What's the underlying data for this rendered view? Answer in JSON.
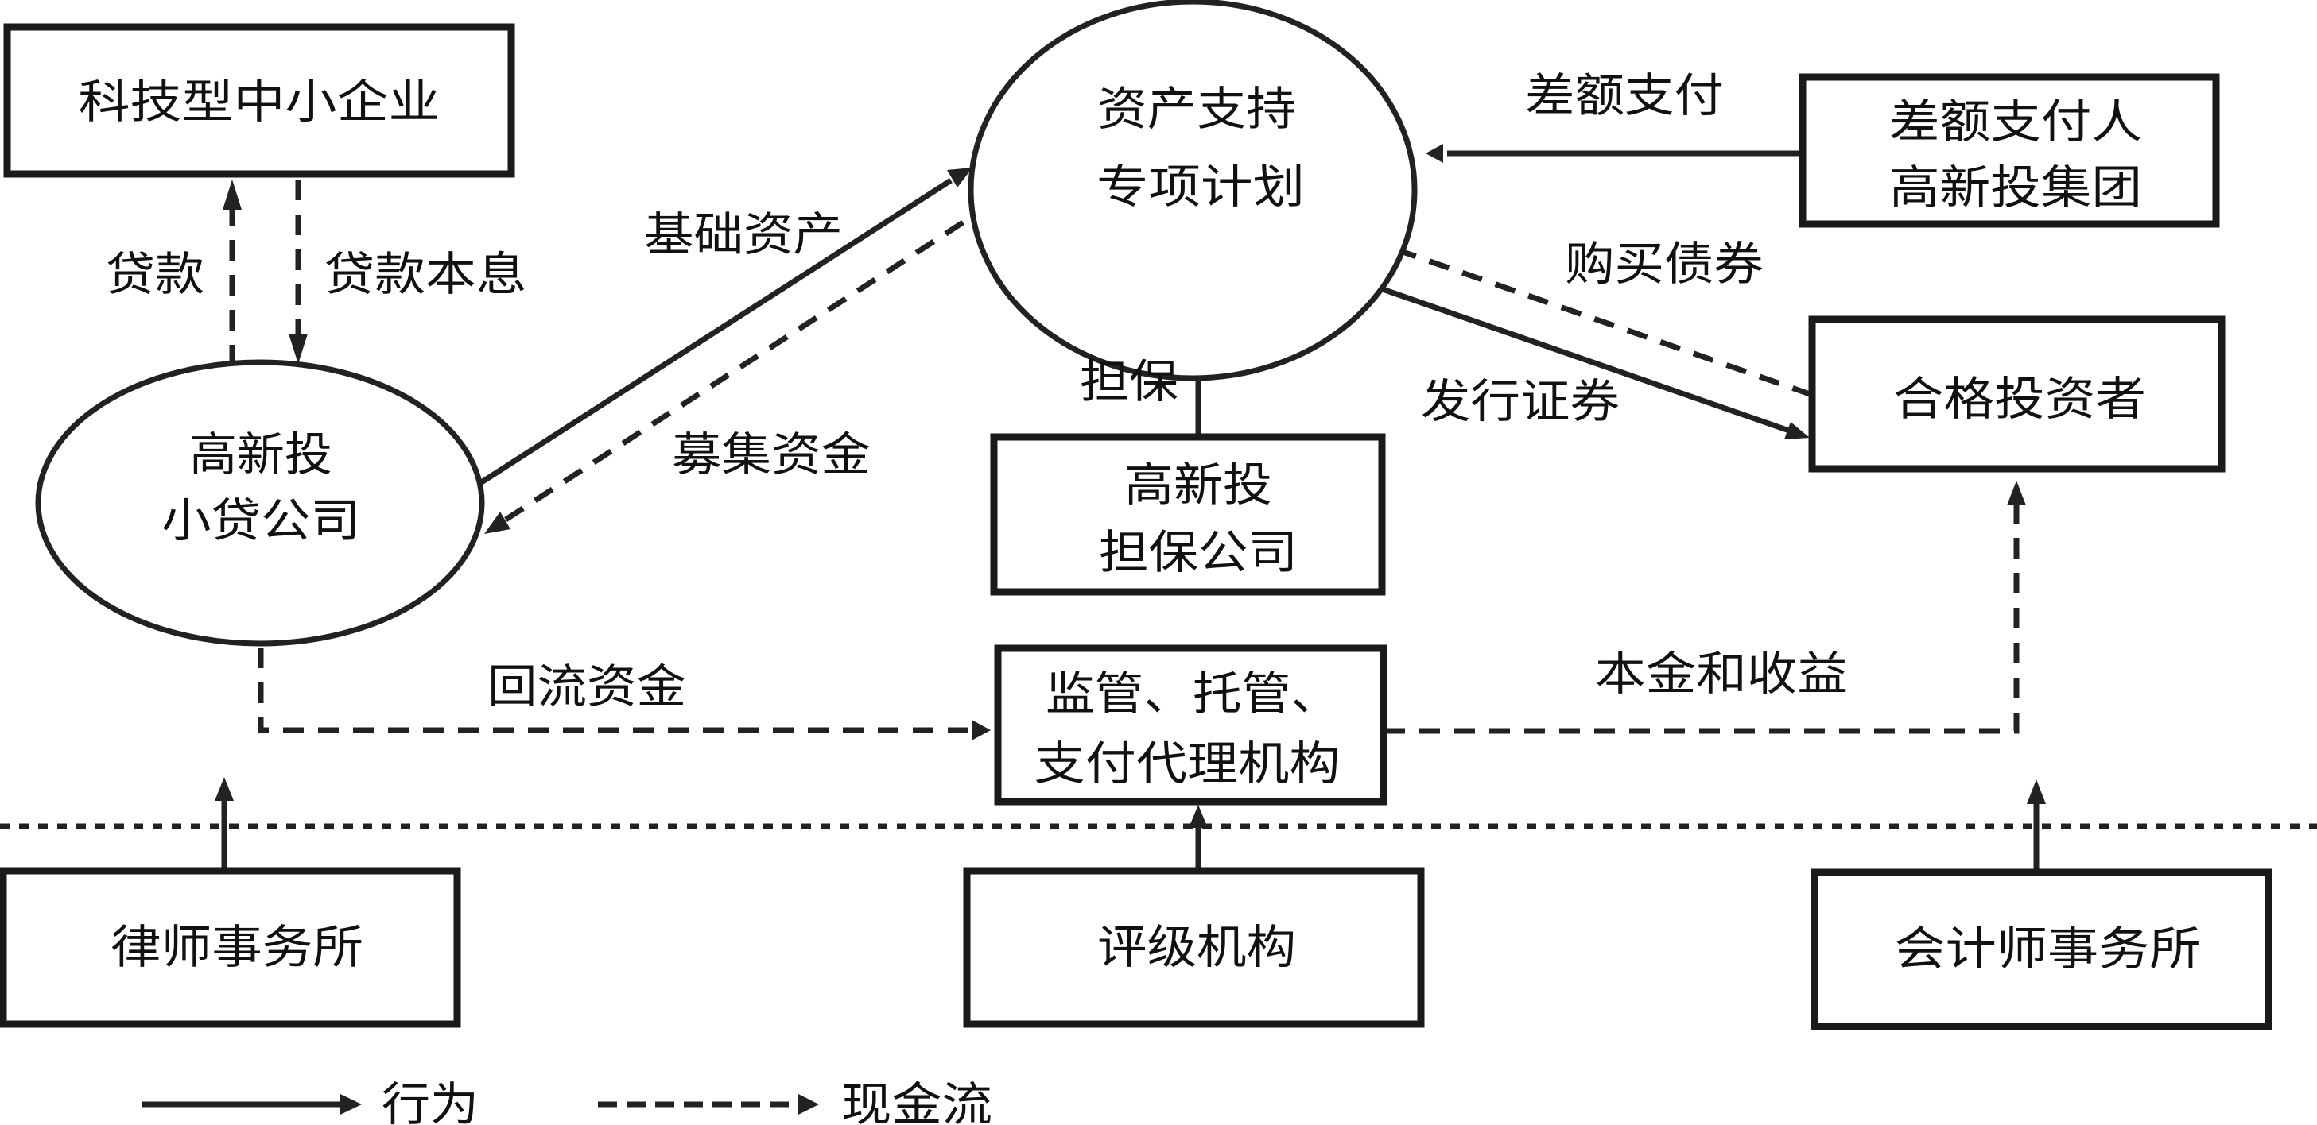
{
  "diagram": {
    "title": "",
    "nodes": {
      "sme": {
        "lines": [
          "科技型中小企业"
        ]
      },
      "microloan": {
        "lines": [
          "高新投",
          "小贷公司"
        ]
      },
      "abs_plan": {
        "lines": [
          "资产支持",
          "专项计划"
        ]
      },
      "shortfall_payer": {
        "lines": [
          "差额支付人",
          "高新投集团"
        ]
      },
      "investors": {
        "lines": [
          "合格投资者"
        ]
      },
      "guarantor": {
        "lines": [
          "高新投",
          "担保公司"
        ]
      },
      "custodian": {
        "lines": [
          "监管、托管、",
          "支付代理机构"
        ]
      },
      "law_firm": {
        "lines": [
          "律师事务所"
        ]
      },
      "rating_agency": {
        "lines": [
          "评级机构"
        ]
      },
      "accounting_firm": {
        "lines": [
          "会计师事务所"
        ]
      }
    },
    "edges": {
      "loan": {
        "label": "贷款",
        "type": "cash",
        "from": "microloan",
        "to": "sme"
      },
      "loan_repayment": {
        "label": "贷款本息",
        "type": "cash",
        "from": "sme",
        "to": "microloan"
      },
      "underlying_assets": {
        "label": "基础资产",
        "type": "action",
        "from": "microloan",
        "to": "abs_plan"
      },
      "raised_funds": {
        "label": "募集资金",
        "type": "cash",
        "from": "abs_plan",
        "to": "microloan"
      },
      "shortfall_payment": {
        "label": "差额支付",
        "type": "action",
        "from": "shortfall_payer",
        "to": "abs_plan"
      },
      "buy_bonds": {
        "label": "购买债券",
        "type": "cash",
        "from": "investors",
        "to": "abs_plan"
      },
      "issue_securities": {
        "label": "发行证券",
        "type": "action",
        "from": "abs_plan",
        "to": "investors"
      },
      "guarantee": {
        "label": "担保",
        "type": "action",
        "from": "guarantor",
        "to": "abs_plan"
      },
      "returned_funds": {
        "label": "回流资金",
        "type": "cash",
        "from": "microloan",
        "to": "custodian"
      },
      "principal_income": {
        "label": "本金和收益",
        "type": "cash",
        "from": "custodian",
        "to": "investors"
      },
      "law_support": {
        "label": "",
        "type": "action",
        "from": "law_firm",
        "to": "microloan"
      },
      "rating_support": {
        "label": "",
        "type": "action",
        "from": "rating_agency",
        "to": "custodian"
      },
      "accounting_support": {
        "label": "",
        "type": "action",
        "from": "accounting_firm",
        "to": "investors"
      }
    },
    "legend": {
      "action_label": "行为",
      "cash_label": "现金流"
    }
  }
}
